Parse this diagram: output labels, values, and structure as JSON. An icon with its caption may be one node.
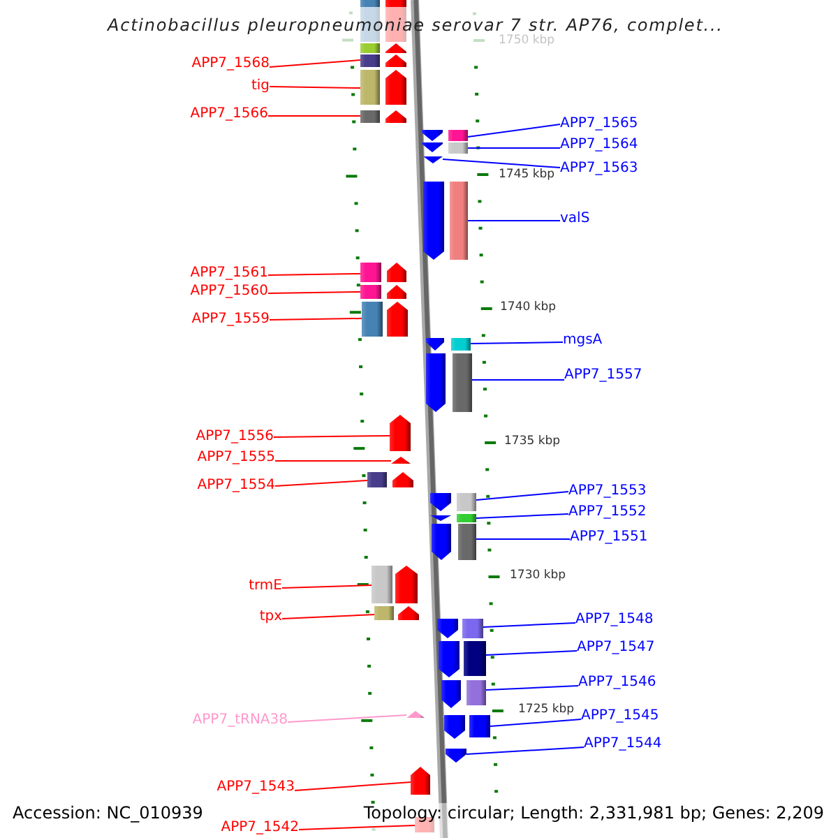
{
  "diagram": {
    "title": "Actinobacillus pleuropneumoniae serovar 7 str. AP76, complet...",
    "nodes": [
      {
        "text": [],
        "shape": "arrow"
      },
      {
        "text": [],
        "shape": "arrow"
      },
      {
        "text": [
          "APP7_1568"
        ]
      },
      {
        "text": [],
        "shape": "arrow"
      },
      {
        "text": [
          "tig"
        ]
      },
      {
        "text": [],
        "shape": "arrow"
      },
      {
        "text": [
          "APP7_1566"
        ]
      },
      {
        "text": [],
        "shape": "arrow"
      },
      {
        "text": [],
        "shape": "arrow"
      },
      {
        "text": [
          "APP7_1565"
        ]
      },
      {
        "text": [],
        "shape": "arrow"
      },
      {
        "text": [
          "APP7_1564"
        ]
      },
      {
        "text": [],
        "shape": "arrow"
      },
      {
        "text": [
          "APP7_1563"
        ]
      },
      {
        "text": [],
        "shape": "arrow"
      },
      {
        "text": [
          "valS"
        ]
      },
      {
        "text": [
          "APP7_1561"
        ]
      },
      {
        "text": [],
        "shape": "arrow"
      },
      {
        "text": [
          "APP7_1560"
        ]
      },
      {
        "text": [],
        "shape": "arrow"
      },
      {
        "text": [
          "APP7_1559"
        ]
      },
      {
        "text": [],
        "shape": "arrow"
      },
      {
        "text": [],
        "shape": "arrow"
      },
      {
        "text": [
          "mgsA"
        ]
      },
      {
        "text": [],
        "shape": "arrow"
      },
      {
        "text": [
          "APP7_1557"
        ]
      },
      {
        "text": [
          "APP7_1556"
        ]
      },
      {
        "text": [],
        "shape": "arrow"
      },
      {
        "text": [
          "APP7_1555"
        ]
      },
      {
        "text": [],
        "shape": "arrow"
      },
      {
        "text": [
          "APP7_1554"
        ]
      },
      {
        "text": [],
        "shape": "arrow"
      },
      {
        "text": [],
        "shape": "arrow"
      },
      {
        "text": [
          "APP7_1553"
        ]
      },
      {
        "text": [],
        "shape": "arrow"
      },
      {
        "text": [
          "APP7_1552"
        ]
      },
      {
        "text": [],
        "shape": "arrow"
      },
      {
        "text": [
          "APP7_1551"
        ]
      },
      {
        "text": [
          "trmE"
        ]
      },
      {
        "text": [],
        "shape": "arrow"
      },
      {
        "text": [
          "tpx"
        ]
      },
      {
        "text": [],
        "shape": "arrow"
      },
      {
        "text": [],
        "shape": "arrow"
      },
      {
        "text": [
          "APP7_1548"
        ]
      },
      {
        "text": [],
        "shape": "arrow"
      },
      {
        "text": [
          "APP7_1547"
        ]
      },
      {
        "text": [],
        "shape": "arrow"
      },
      {
        "text": [
          "APP7_1546"
        ]
      },
      {
        "text": [
          "APP7_tRNA38"
        ]
      },
      {
        "text": [],
        "shape": "arrow"
      },
      {
        "text": [],
        "shape": "arrow"
      },
      {
        "text": [
          "APP7_1545"
        ]
      },
      {
        "text": [],
        "shape": "arrow"
      },
      {
        "text": [
          "APP7_1544"
        ]
      },
      {
        "text": [
          "APP7_1543"
        ]
      },
      {
        "text": [],
        "shape": "arrow"
      },
      {
        "text": [
          "APP7_1542"
        ]
      },
      {
        "text": [],
        "shape": "box"
      }
    ],
    "edges": [
      {
        "from": 2,
        "to": 3,
        "arrow": "none",
        "color": "#ff0000"
      },
      {
        "from": 4,
        "to": 5,
        "arrow": "none",
        "color": "#ff0000"
      },
      {
        "from": 6,
        "to": 7,
        "arrow": "none",
        "color": "#ff0000"
      },
      {
        "from": 9,
        "to": 8,
        "arrow": "none",
        "color": "#0000ff"
      },
      {
        "from": 11,
        "to": 10,
        "arrow": "none",
        "color": "#0000ff"
      },
      {
        "from": 13,
        "to": 12,
        "arrow": "none",
        "color": "#0000ff"
      },
      {
        "from": 15,
        "to": 14,
        "arrow": "none",
        "color": "#0000ff"
      },
      {
        "from": 16,
        "to": 17,
        "arrow": "none",
        "color": "#ff0000"
      },
      {
        "from": 18,
        "to": 19,
        "arrow": "none",
        "color": "#ff0000"
      },
      {
        "from": 20,
        "to": 21,
        "arrow": "none",
        "color": "#ff0000"
      },
      {
        "from": 23,
        "to": 22,
        "arrow": "none",
        "color": "#0000ff"
      },
      {
        "from": 25,
        "to": 24,
        "arrow": "none",
        "color": "#0000ff"
      },
      {
        "from": 26,
        "to": 27,
        "arrow": "none",
        "color": "#ff0000"
      },
      {
        "from": 28,
        "to": 29,
        "arrow": "none",
        "color": "#ff0000"
      },
      {
        "from": 30,
        "to": 31,
        "arrow": "none",
        "color": "#ff0000"
      },
      {
        "from": 33,
        "to": 32,
        "arrow": "none",
        "color": "#0000ff"
      },
      {
        "from": 35,
        "to": 34,
        "arrow": "none",
        "color": "#0000ff"
      },
      {
        "from": 37,
        "to": 36,
        "arrow": "none",
        "color": "#0000ff"
      },
      {
        "from": 38,
        "to": 39,
        "arrow": "none",
        "color": "#ff0000"
      },
      {
        "from": 40,
        "to": 41,
        "arrow": "none",
        "color": "#ff0000"
      },
      {
        "from": 43,
        "to": 42,
        "arrow": "none",
        "color": "#0000ff"
      },
      {
        "from": 45,
        "to": 44,
        "arrow": "none",
        "color": "#0000ff"
      },
      {
        "from": 47,
        "to": 46,
        "arrow": "none",
        "color": "#0000ff"
      },
      {
        "from": 48,
        "to": 49,
        "arrow": "none",
        "color": "#ff99cc"
      },
      {
        "from": 51,
        "to": 50,
        "arrow": "none",
        "color": "#0000ff"
      },
      {
        "from": 53,
        "to": 52,
        "arrow": "none",
        "color": "#0000ff"
      },
      {
        "from": 54,
        "to": 55,
        "arrow": "none",
        "color": "#ff0000"
      },
      {
        "from": 56,
        "to": 57,
        "arrow": "none",
        "color": "#ff0000"
      }
    ],
    "labels": [
      "1750 kbp",
      "1745 kbp",
      "1740 kbp",
      "1735 kbp",
      "1730 kbp",
      "1725 kbp",
      "Accession: NC_010939",
      "Topology: circular; Length: 2,331,981 bp; Genes: 2,209"
    ]
  }
}
